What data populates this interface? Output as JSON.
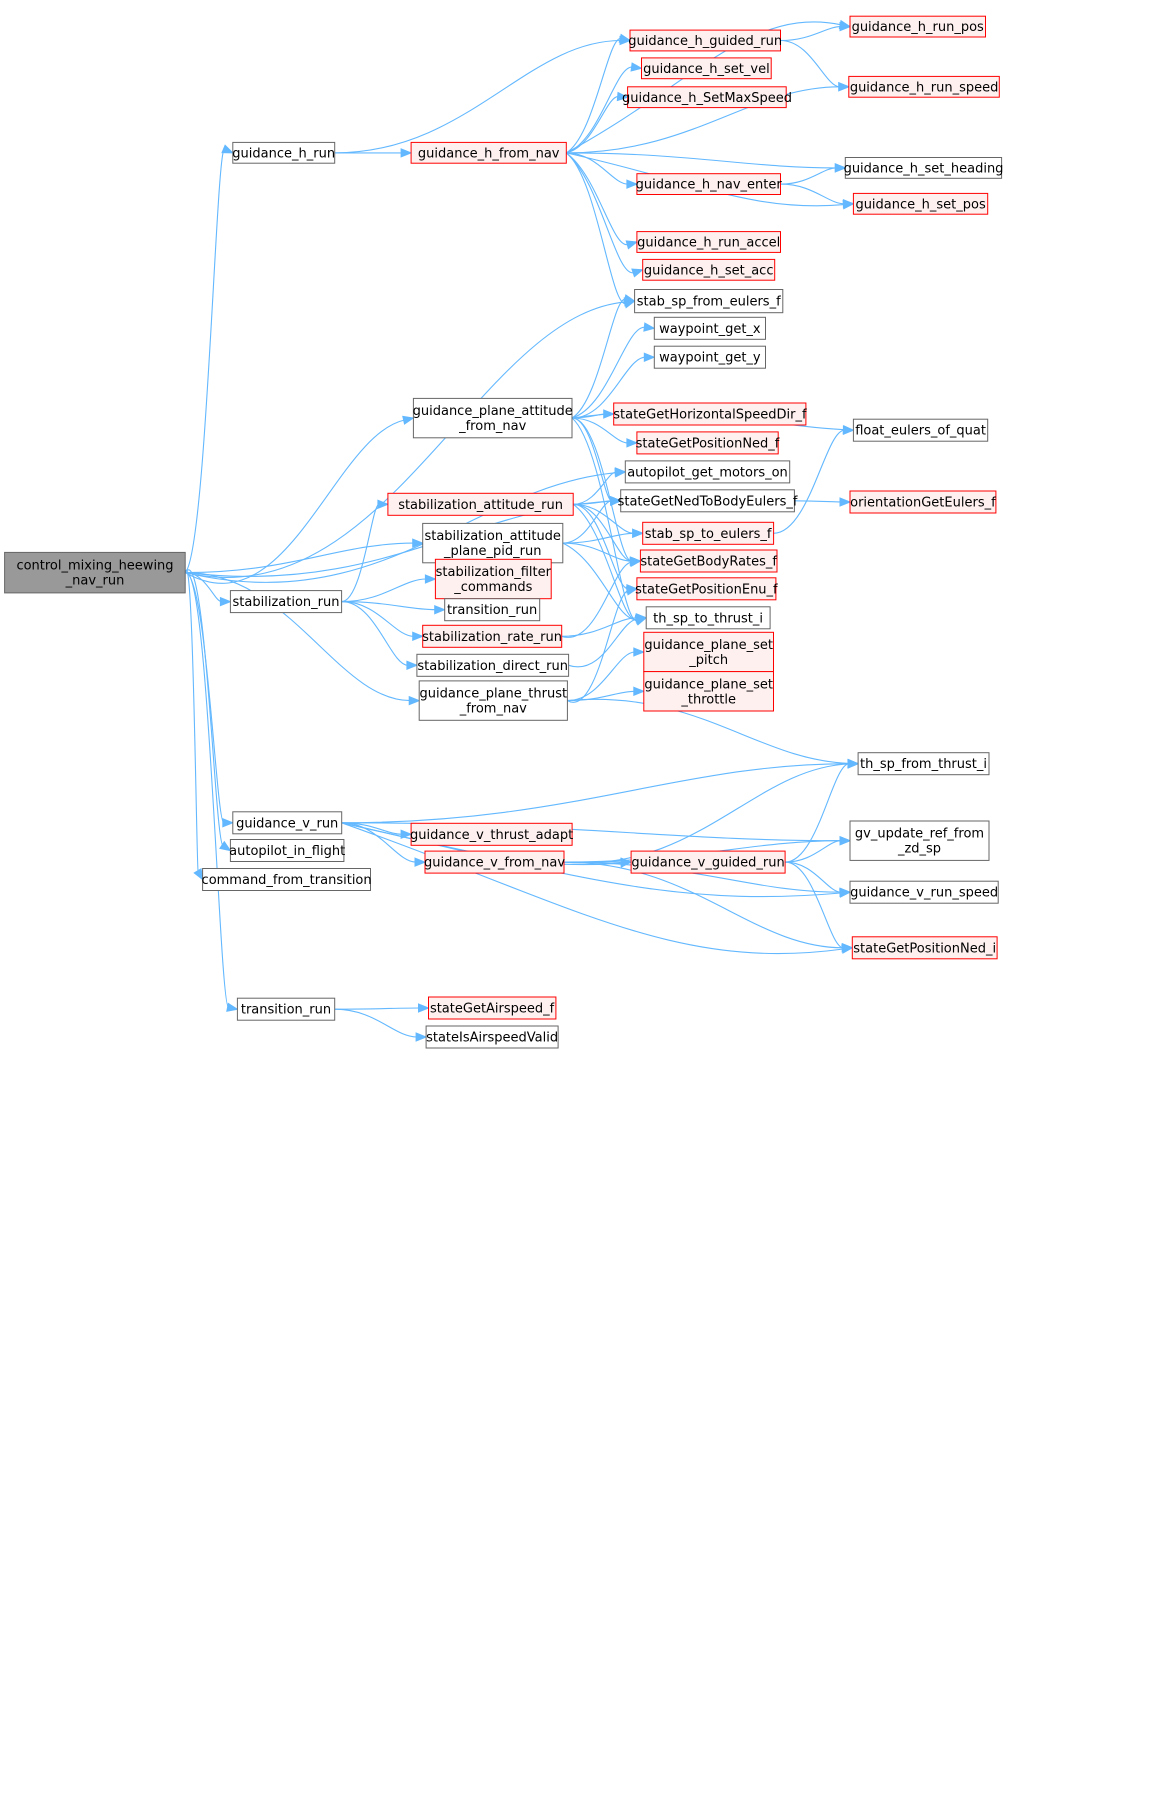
{
  "colors": {
    "edge": "#63b8ff",
    "root_fill": "#999999",
    "root_border": "#666666",
    "plain_border": "#666666",
    "truncated_border": "#ff0000",
    "truncated_fill": "#fff0f0",
    "node_fill": "#ffffff"
  },
  "nodes": {
    "n_root": {
      "lines": [
        "control_mixing_heewing",
        "_nav_run"
      ],
      "style": "root"
    },
    "n_hrun": {
      "lines": [
        "guidance_h_run"
      ],
      "style": "plain"
    },
    "n_hfromnav": {
      "lines": [
        "guidance_h_from_nav"
      ],
      "style": "truncated"
    },
    "n_hguided": {
      "lines": [
        "guidance_h_guided_run"
      ],
      "style": "truncated"
    },
    "n_hrunpos": {
      "lines": [
        "guidance_h_run_pos"
      ],
      "style": "truncated"
    },
    "n_hsetvel": {
      "lines": [
        "guidance_h_set_vel"
      ],
      "style": "truncated"
    },
    "n_hmaxspeed": {
      "lines": [
        "guidance_h_SetMaxSpeed"
      ],
      "style": "truncated"
    },
    "n_hrunspeed": {
      "lines": [
        "guidance_h_run_speed"
      ],
      "style": "truncated"
    },
    "n_hsetheading": {
      "lines": [
        "guidance_h_set_heading"
      ],
      "style": "plain"
    },
    "n_hnaventer": {
      "lines": [
        "guidance_h_nav_enter"
      ],
      "style": "truncated"
    },
    "n_hsetpos": {
      "lines": [
        "guidance_h_set_pos"
      ],
      "style": "truncated"
    },
    "n_hrunaccel": {
      "lines": [
        "guidance_h_run_accel"
      ],
      "style": "truncated"
    },
    "n_hsetacc": {
      "lines": [
        "guidance_h_set_acc"
      ],
      "style": "truncated"
    },
    "n_stabsp": {
      "lines": [
        "stab_sp_from_eulers_f"
      ],
      "style": "plain"
    },
    "n_wpx": {
      "lines": [
        "waypoint_get_x"
      ],
      "style": "plain"
    },
    "n_wpy": {
      "lines": [
        "waypoint_get_y"
      ],
      "style": "plain"
    },
    "n_planeatt": {
      "lines": [
        "guidance_plane_attitude",
        "_from_nav"
      ],
      "style": "plain"
    },
    "n_hspeeddir": {
      "lines": [
        "stateGetHorizontalSpeedDir_f"
      ],
      "style": "truncated"
    },
    "n_floateulers": {
      "lines": [
        "float_eulers_of_quat"
      ],
      "style": "plain"
    },
    "n_posnedf": {
      "lines": [
        "stateGetPositionNed_f"
      ],
      "style": "truncated"
    },
    "n_motorson": {
      "lines": [
        "autopilot_get_motors_on"
      ],
      "style": "plain"
    },
    "n_stabattrun": {
      "lines": [
        "stabilization_attitude_run"
      ],
      "style": "truncated"
    },
    "n_nedtobody": {
      "lines": [
        "stateGetNedToBodyEulers_f"
      ],
      "style": "plain"
    },
    "n_orientation": {
      "lines": [
        "orientationGetEulers_f"
      ],
      "style": "truncated"
    },
    "n_stabattpid": {
      "lines": [
        "stabilization_attitude",
        "_plane_pid_run"
      ],
      "style": "plain"
    },
    "n_stabsptoeul": {
      "lines": [
        "stab_sp_to_eulers_f"
      ],
      "style": "truncated"
    },
    "n_bodyrates": {
      "lines": [
        "stateGetBodyRates_f"
      ],
      "style": "truncated"
    },
    "n_stabfilter": {
      "lines": [
        "stabilization_filter",
        "_commands"
      ],
      "style": "truncated"
    },
    "n_posenu": {
      "lines": [
        "stateGetPositionEnu_f"
      ],
      "style": "truncated"
    },
    "n_stabrun": {
      "lines": [
        "stabilization_run"
      ],
      "style": "plain"
    },
    "n_transrun1": {
      "lines": [
        "transition_run"
      ],
      "style": "plain"
    },
    "n_thsptothrust": {
      "lines": [
        "th_sp_to_thrust_i"
      ],
      "style": "plain"
    },
    "n_stabrate": {
      "lines": [
        "stabilization_rate_run"
      ],
      "style": "truncated"
    },
    "n_planesetpitch": {
      "lines": [
        "guidance_plane_set",
        "_pitch"
      ],
      "style": "truncated"
    },
    "n_stabdirect": {
      "lines": [
        "stabilization_direct_run"
      ],
      "style": "plain"
    },
    "n_planethrust": {
      "lines": [
        "guidance_plane_thrust",
        "_from_nav"
      ],
      "style": "plain"
    },
    "n_planesetthrottle": {
      "lines": [
        "guidance_plane_set",
        "_throttle"
      ],
      "style": "truncated"
    },
    "n_thspfromthrust": {
      "lines": [
        "th_sp_from_thrust_i"
      ],
      "style": "plain"
    },
    "n_vrun": {
      "lines": [
        "guidance_v_run"
      ],
      "style": "plain"
    },
    "n_gvupdate": {
      "lines": [
        "gv_update_ref_from",
        "_zd_sp"
      ],
      "style": "plain"
    },
    "n_vthrustadapt": {
      "lines": [
        "guidance_v_thrust_adapt"
      ],
      "style": "truncated"
    },
    "n_apinflight": {
      "lines": [
        "autopilot_in_flight"
      ],
      "style": "plain"
    },
    "n_vfromnav": {
      "lines": [
        "guidance_v_from_nav"
      ],
      "style": "truncated"
    },
    "n_vguided": {
      "lines": [
        "guidance_v_guided_run"
      ],
      "style": "truncated"
    },
    "n_cmdtrans": {
      "lines": [
        "command_from_transition"
      ],
      "style": "plain"
    },
    "n_vrunspeed": {
      "lines": [
        "guidance_v_run_speed"
      ],
      "style": "plain"
    },
    "n_posnedi": {
      "lines": [
        "stateGetPositionNed_i"
      ],
      "style": "truncated"
    },
    "n_transrun2": {
      "lines": [
        "transition_run"
      ],
      "style": "plain"
    },
    "n_airspeed": {
      "lines": [
        "stateGetAirspeed_f"
      ],
      "style": "truncated"
    },
    "n_airspeedvalid": {
      "lines": [
        "stateIsAirspeedValid"
      ],
      "style": "plain"
    }
  }
}
